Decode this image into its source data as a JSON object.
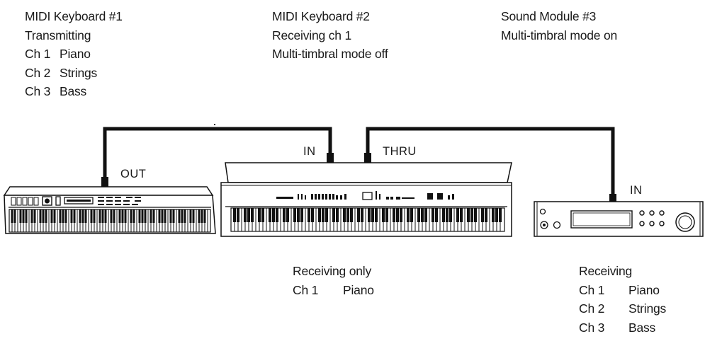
{
  "keyboard1": {
    "title": "MIDI Keyboard #1",
    "role": "Transmitting",
    "channels": [
      {
        "ch": "Ch 1",
        "part": "Piano"
      },
      {
        "ch": "Ch 2",
        "part": "Strings"
      },
      {
        "ch": "Ch 3",
        "part": "Bass"
      }
    ],
    "port": "OUT"
  },
  "keyboard2": {
    "title": "MIDI Keyboard #2",
    "receiving": "Receiving ch 1",
    "mode": "Multi-timbral mode off",
    "port_in": "IN",
    "port_thru": "THRU",
    "status": "Receiving only",
    "channels": [
      {
        "ch": "Ch 1",
        "part": "Piano"
      }
    ]
  },
  "module3": {
    "title": "Sound Module #3",
    "mode": "Multi-timbral mode on",
    "port": "IN",
    "status": "Receiving",
    "channels": [
      {
        "ch": "Ch 1",
        "part": "Piano"
      },
      {
        "ch": "Ch 2",
        "part": "Strings"
      },
      {
        "ch": "Ch 3",
        "part": "Bass"
      }
    ]
  }
}
